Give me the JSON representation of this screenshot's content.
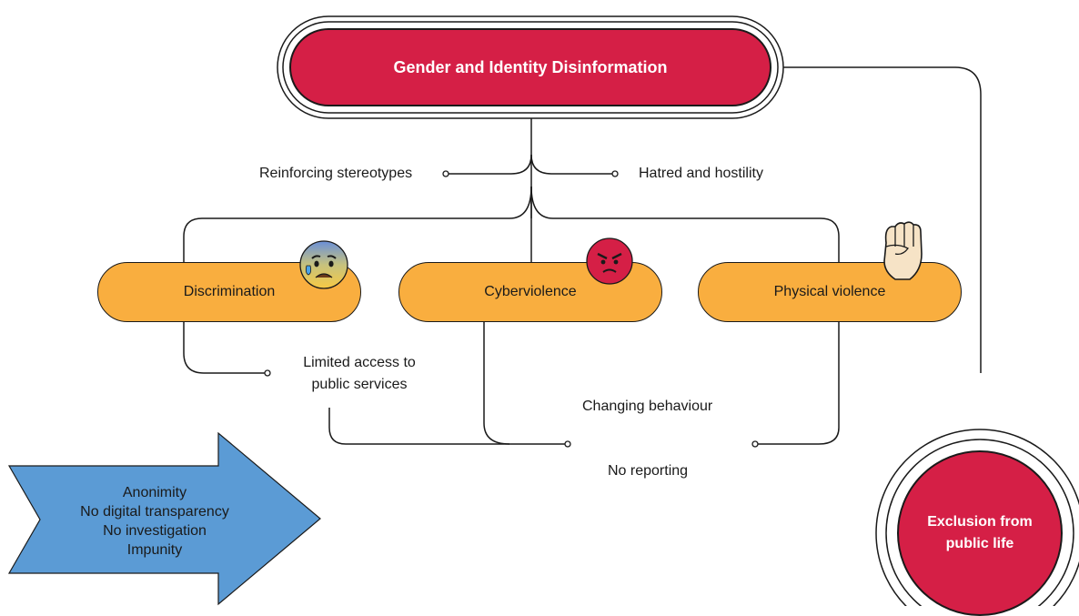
{
  "title": "Gender and Identity Disinformation",
  "branches": {
    "left": "Reinforcing stereotypes",
    "right": "Hatred and hostility"
  },
  "nodes": {
    "discrimination": "Discrimination",
    "cyberviolence": "Cyberviolence",
    "physical_violence": "Physical violence"
  },
  "emoji_icons": {
    "discrimination": "anxious-sweat-face-icon",
    "cyberviolence": "angry-face-icon",
    "physical_violence": "raised-fist-icon"
  },
  "effects": {
    "limited_access_line1": "Limited access to",
    "limited_access_line2": "public services",
    "changing_behaviour": "Changing behaviour",
    "no_reporting": "No reporting"
  },
  "arrow": {
    "lines": [
      "Anonimity",
      "No digital transparency",
      "No investigation",
      "Impunity"
    ]
  },
  "outcome": {
    "line1": "Exclusion from",
    "line2": "public life"
  },
  "colors": {
    "title_fill": "#d51f46",
    "node_fill": "#f9ae3f",
    "arrow_fill": "#5b9bd5",
    "outcome_fill": "#d51f46"
  }
}
